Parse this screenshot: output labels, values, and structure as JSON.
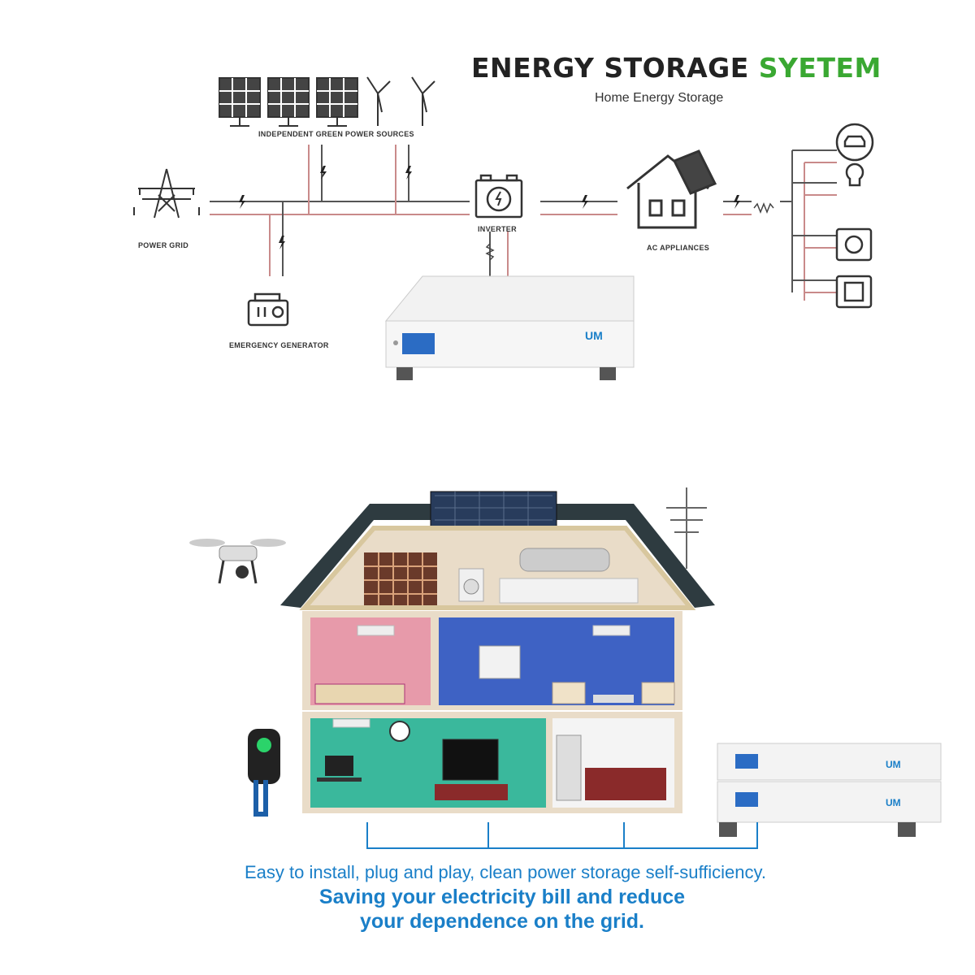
{
  "diagram": {
    "title_part1": "ENERGY STORAGE ",
    "title_part2": "SYETEM",
    "subtitle": "Home Energy Storage",
    "labels": {
      "green_sources": "INDEPENDENT GREEN POWER SOURCES",
      "power_grid": "POWER GRID",
      "inverter": "INVERTER",
      "ac_appliances": "AC APPLIANCES",
      "emergency_generator": "EMERGENCY GENERATOR"
    }
  },
  "captions": {
    "line1": "Easy to install, plug and play, clean power storage self-sufficiency.",
    "line2": "Saving your electricity bill and reduce",
    "line3": "your dependence on the grid."
  },
  "colors": {
    "accent_green": "#3aa832",
    "caption_blue": "#1a7fc8",
    "wire_red": "#c98a8a"
  }
}
